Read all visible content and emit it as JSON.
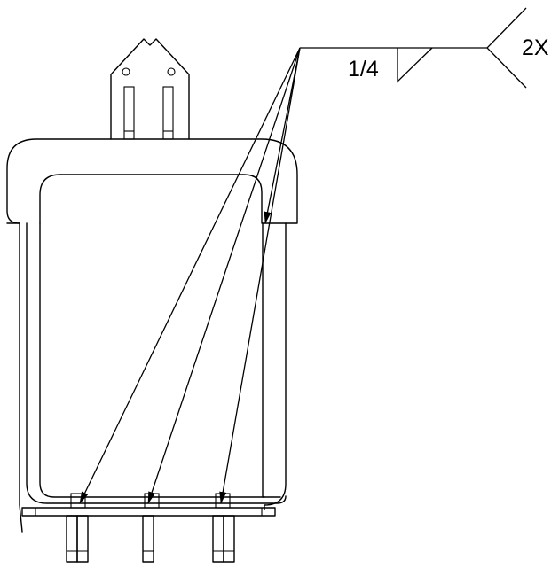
{
  "weld_callout": {
    "weld_size": "1/4",
    "multiplier": "2X",
    "weld_symbol": "fillet-weld",
    "arrow_count": 4
  },
  "colors": {
    "line": "#000000",
    "background": "#ffffff"
  }
}
